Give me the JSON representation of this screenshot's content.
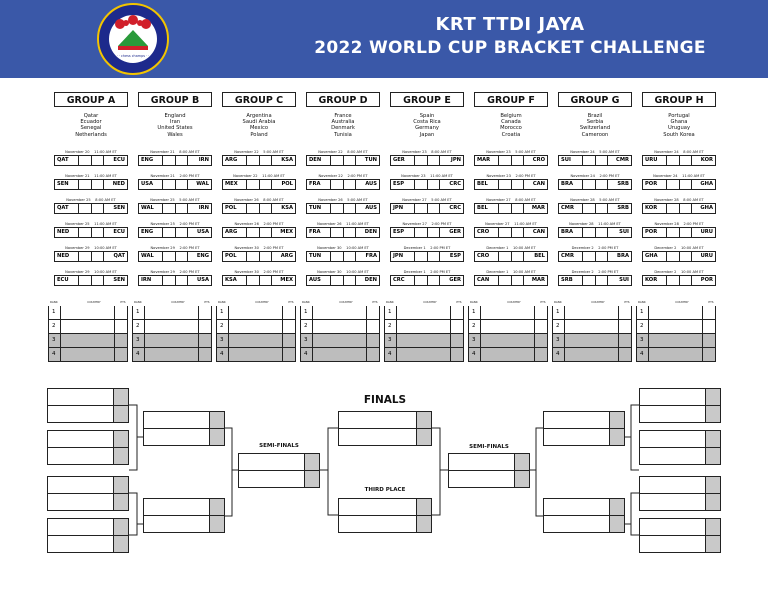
{
  "header": {
    "logo_text": "· · chess champs · ·",
    "title_line1": "KRT TTDI JAYA",
    "title_line2": "2022 WORLD CUP BRACKET CHALLENGE"
  },
  "colors": {
    "header_bg": "#3a58a8",
    "shade": "#bdbdbd"
  },
  "groups": [
    {
      "name": "GROUP A",
      "teams": [
        "Qatar",
        "Ecuador",
        "Senegal",
        "Netherlands"
      ],
      "matches": [
        {
          "date": "November 20",
          "time": "11:00 AM ET",
          "home": "QAT",
          "away": "ECU"
        },
        {
          "date": "November 21",
          "time": "11:00 AM ET",
          "home": "SEN",
          "away": "NED"
        },
        {
          "date": "November 25",
          "time": "8:00 AM ET",
          "home": "QAT",
          "away": "SEN"
        },
        {
          "date": "November 25",
          "time": "11:00 AM ET",
          "home": "NED",
          "away": "ECU"
        },
        {
          "date": "November 29",
          "time": "10:00 AM ET",
          "home": "NED",
          "away": "QAT"
        },
        {
          "date": "November 29",
          "time": "10:00 AM ET",
          "home": "ECU",
          "away": "SEN"
        }
      ]
    },
    {
      "name": "GROUP B",
      "teams": [
        "England",
        "Iran",
        "United States",
        "Wales"
      ],
      "matches": [
        {
          "date": "November 21",
          "time": "8:00 AM ET",
          "home": "ENG",
          "away": "IRN"
        },
        {
          "date": "November 21",
          "time": "2:00 PM ET",
          "home": "USA",
          "away": "WAL"
        },
        {
          "date": "November 25",
          "time": "5:00 AM ET",
          "home": "WAL",
          "away": "IRN"
        },
        {
          "date": "November 25",
          "time": "2:00 PM ET",
          "home": "ENG",
          "away": "USA"
        },
        {
          "date": "November 29",
          "time": "2:00 PM ET",
          "home": "WAL",
          "away": "ENG"
        },
        {
          "date": "November 29",
          "time": "2:00 PM ET",
          "home": "IRN",
          "away": "USA"
        }
      ]
    },
    {
      "name": "GROUP C",
      "teams": [
        "Argentina",
        "Saudi Arabia",
        "Mexico",
        "Poland"
      ],
      "matches": [
        {
          "date": "November 22",
          "time": "5:00 AM ET",
          "home": "ARG",
          "away": "KSA"
        },
        {
          "date": "November 22",
          "time": "11:00 AM ET",
          "home": "MEX",
          "away": "POL"
        },
        {
          "date": "November 26",
          "time": "8:00 AM ET",
          "home": "POL",
          "away": "KSA"
        },
        {
          "date": "November 26",
          "time": "2:00 PM ET",
          "home": "ARG",
          "away": "MEX"
        },
        {
          "date": "November 30",
          "time": "2:00 PM ET",
          "home": "POL",
          "away": "ARG"
        },
        {
          "date": "November 30",
          "time": "2:00 PM ET",
          "home": "KSA",
          "away": "MEX"
        }
      ]
    },
    {
      "name": "GROUP D",
      "teams": [
        "France",
        "Australia",
        "Denmark",
        "Tunisia"
      ],
      "matches": [
        {
          "date": "November 22",
          "time": "8:00 AM ET",
          "home": "DEN",
          "away": "TUN"
        },
        {
          "date": "November 22",
          "time": "2:00 PM ET",
          "home": "FRA",
          "away": "AUS"
        },
        {
          "date": "November 26",
          "time": "5:00 AM ET",
          "home": "TUN",
          "away": "AUS"
        },
        {
          "date": "November 26",
          "time": "11:00 AM ET",
          "home": "FRA",
          "away": "DEN"
        },
        {
          "date": "November 30",
          "time": "10:00 AM ET",
          "home": "TUN",
          "away": "FRA"
        },
        {
          "date": "November 30",
          "time": "10:00 AM ET",
          "home": "AUS",
          "away": "DEN"
        }
      ]
    },
    {
      "name": "GROUP E",
      "teams": [
        "Spain",
        "Costa Rica",
        "Germany",
        "Japan"
      ],
      "matches": [
        {
          "date": "November 23",
          "time": "8:00 AM ET",
          "home": "GER",
          "away": "JPN"
        },
        {
          "date": "November 23",
          "time": "11:00 AM ET",
          "home": "ESP",
          "away": "CRC"
        },
        {
          "date": "November 27",
          "time": "5:00 AM ET",
          "home": "JPN",
          "away": "CRC"
        },
        {
          "date": "November 27",
          "time": "2:00 PM ET",
          "home": "ESP",
          "away": "GER"
        },
        {
          "date": "December 1",
          "time": "2:00 PM ET",
          "home": "JPN",
          "away": "ESP"
        },
        {
          "date": "December 1",
          "time": "2:00 PM ET",
          "home": "CRC",
          "away": "GER"
        }
      ]
    },
    {
      "name": "GROUP F",
      "teams": [
        "Belgium",
        "Canada",
        "Morocco",
        "Croatia"
      ],
      "matches": [
        {
          "date": "November 23",
          "time": "5:00 AM ET",
          "home": "MAR",
          "away": "CRO"
        },
        {
          "date": "November 23",
          "time": "2:00 PM ET",
          "home": "BEL",
          "away": "CAN"
        },
        {
          "date": "November 27",
          "time": "8:00 AM ET",
          "home": "BEL",
          "away": "MAR"
        },
        {
          "date": "November 27",
          "time": "11:00 AM ET",
          "home": "CRO",
          "away": "CAN"
        },
        {
          "date": "December 1",
          "time": "10:00 AM ET",
          "home": "CRO",
          "away": "BEL"
        },
        {
          "date": "December 1",
          "time": "10:00 AM ET",
          "home": "CAN",
          "away": "MAR"
        }
      ]
    },
    {
      "name": "GROUP G",
      "teams": [
        "Brazil",
        "Serbia",
        "Switzerland",
        "Cameroon"
      ],
      "matches": [
        {
          "date": "November 24",
          "time": "5:00 AM ET",
          "home": "SUI",
          "away": "CMR"
        },
        {
          "date": "November 24",
          "time": "2:00 PM ET",
          "home": "BRA",
          "away": "SRB"
        },
        {
          "date": "November 28",
          "time": "5:00 AM ET",
          "home": "CMR",
          "away": "SRB"
        },
        {
          "date": "November 28",
          "time": "11:00 AM ET",
          "home": "BRA",
          "away": "SUI"
        },
        {
          "date": "December 2",
          "time": "2:00 PM ET",
          "home": "CMR",
          "away": "BRA"
        },
        {
          "date": "December 2",
          "time": "2:00 PM ET",
          "home": "SRB",
          "away": "SUI"
        }
      ]
    },
    {
      "name": "GROUP H",
      "teams": [
        "Portugal",
        "Ghana",
        "Uruguay",
        "South Korea"
      ],
      "matches": [
        {
          "date": "November 24",
          "time": "8:00 AM ET",
          "home": "URU",
          "away": "KOR"
        },
        {
          "date": "November 24",
          "time": "11:00 AM ET",
          "home": "POR",
          "away": "GHA"
        },
        {
          "date": "November 28",
          "time": "8:00 AM ET",
          "home": "KOR",
          "away": "GHA"
        },
        {
          "date": "November 28",
          "time": "2:00 PM ET",
          "home": "POR",
          "away": "URU"
        },
        {
          "date": "December 2",
          "time": "10:00 AM ET",
          "home": "GHA",
          "away": "URU"
        },
        {
          "date": "December 2",
          "time": "10:00 AM ET",
          "home": "KOR",
          "away": "POR"
        }
      ]
    }
  ],
  "standings": {
    "col_rank": "RANK",
    "col_country": "COUNTRY",
    "col_pts": "PTS",
    "ranks": [
      "1",
      "2",
      "3",
      "4"
    ]
  },
  "bracket": {
    "finals_label": "FINALS",
    "semi_finals_label": "SEMI-FINALS",
    "third_place_label": "THIRD PLACE"
  }
}
